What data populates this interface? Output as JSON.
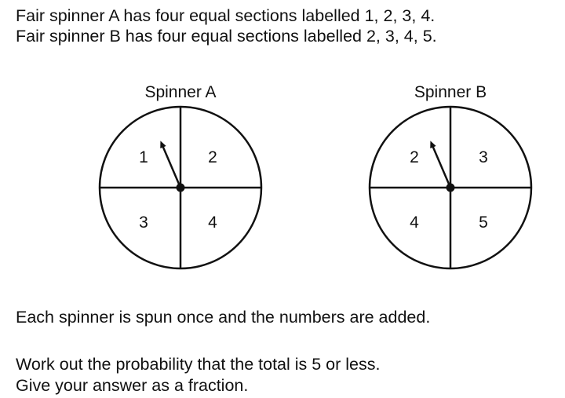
{
  "intro": {
    "line1": "Fair spinner A has four equal sections labelled 1, 2, 3, 4.",
    "line2": "Fair spinner B has four equal sections labelled 2, 3, 4, 5."
  },
  "spinners": [
    {
      "title": "Spinner A",
      "labels": {
        "top_left": "1",
        "top_right": "2",
        "bottom_left": "3",
        "bottom_right": "4"
      }
    },
    {
      "title": "Spinner B",
      "labels": {
        "top_left": "2",
        "top_right": "3",
        "bottom_left": "4",
        "bottom_right": "5"
      }
    }
  ],
  "body": {
    "spun": "Each spinner is spun once and the numbers are added.",
    "question1": "Work out the probability that the total is 5 or less.",
    "question2": "Give your answer as a fraction."
  }
}
